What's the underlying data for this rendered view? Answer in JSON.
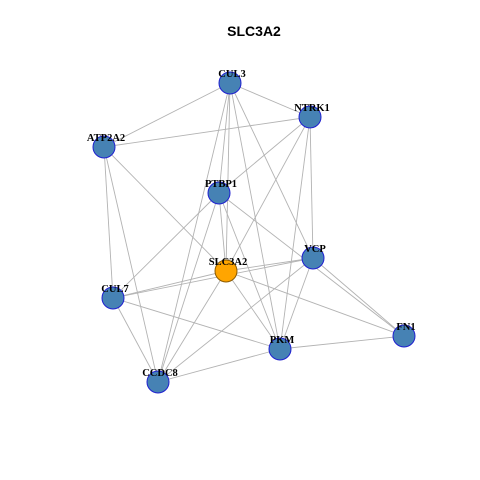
{
  "title": "SLC3A2",
  "colors": {
    "node_fill": "#4682b4",
    "node_stroke": "#1f1fd0",
    "focus_fill": "#ffa500",
    "focus_stroke": "#8b5a00",
    "edge": "#b3b3b3"
  },
  "nodes": [
    {
      "id": "CUL3",
      "label": "CUL3"
    },
    {
      "id": "NTRK1",
      "label": "NTRK1"
    },
    {
      "id": "ATP2A2",
      "label": "ATP2A2"
    },
    {
      "id": "PTBP1",
      "label": "PTBP1"
    },
    {
      "id": "SLC3A2",
      "label": "SLC3A2",
      "focus": true
    },
    {
      "id": "VCP",
      "label": "VCP"
    },
    {
      "id": "CUL7",
      "label": "CUL7"
    },
    {
      "id": "FN1",
      "label": "FN1"
    },
    {
      "id": "PKM",
      "label": "PKM"
    },
    {
      "id": "CCDC8",
      "label": "CCDC8"
    }
  ],
  "edges": [
    [
      "CUL3",
      "NTRK1"
    ],
    [
      "CUL3",
      "ATP2A2"
    ],
    [
      "CUL3",
      "PTBP1"
    ],
    [
      "CUL3",
      "SLC3A2"
    ],
    [
      "CUL3",
      "VCP"
    ],
    [
      "CUL3",
      "PKM"
    ],
    [
      "CUL3",
      "CCDC8"
    ],
    [
      "NTRK1",
      "ATP2A2"
    ],
    [
      "NTRK1",
      "PTBP1"
    ],
    [
      "NTRK1",
      "SLC3A2"
    ],
    [
      "NTRK1",
      "VCP"
    ],
    [
      "NTRK1",
      "PKM"
    ],
    [
      "ATP2A2",
      "SLC3A2"
    ],
    [
      "ATP2A2",
      "CUL7"
    ],
    [
      "ATP2A2",
      "CCDC8"
    ],
    [
      "PTBP1",
      "SLC3A2"
    ],
    [
      "PTBP1",
      "CUL7"
    ],
    [
      "PTBP1",
      "CCDC8"
    ],
    [
      "PTBP1",
      "PKM"
    ],
    [
      "PTBP1",
      "FN1"
    ],
    [
      "SLC3A2",
      "VCP"
    ],
    [
      "SLC3A2",
      "CUL7"
    ],
    [
      "SLC3A2",
      "PKM"
    ],
    [
      "SLC3A2",
      "FN1"
    ],
    [
      "SLC3A2",
      "CCDC8"
    ],
    [
      "VCP",
      "CUL7"
    ],
    [
      "VCP",
      "PKM"
    ],
    [
      "VCP",
      "FN1"
    ],
    [
      "VCP",
      "CCDC8"
    ],
    [
      "CUL7",
      "PKM"
    ],
    [
      "CUL7",
      "CCDC8"
    ],
    [
      "PKM",
      "FN1"
    ],
    [
      "PKM",
      "CCDC8"
    ]
  ]
}
